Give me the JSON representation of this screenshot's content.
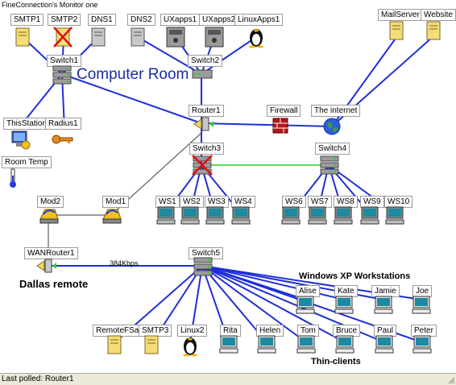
{
  "window": {
    "title": "FineConnection's Monitor one"
  },
  "labels": {
    "computer_room": "Computer Room",
    "dallas_remote": "Dallas remote",
    "link_speed": "384Kbps",
    "winxp": "Windows XP Workstations",
    "thin_clients": "Thin-clients"
  },
  "nodes": {
    "smtp1": "SMTP1",
    "smtp2": "SMTP2",
    "dns1": "DNS1",
    "dns2": "DNS2",
    "uxapps1": "UXapps1",
    "uxapps2": "UXapps2",
    "linuxapps1": "LinuxApps1",
    "mailserver": "MailServer",
    "website": "Website",
    "switch1": "Switch1",
    "switch2": "Switch2",
    "thisstation": "ThisStation",
    "radius1": "Radius1",
    "router1": "Router1",
    "firewall": "Firewall",
    "internet": "The internet",
    "roomtemp": "Room Temp",
    "switch3": "Switch3",
    "switch4": "Switch4",
    "mod2": "Mod2",
    "mod1": "Mod1",
    "ws1": "WS1",
    "ws2": "WS2",
    "ws3": "WS3",
    "ws4": "WS4",
    "ws6": "WS6",
    "ws7": "WS7",
    "ws8": "WS8",
    "ws9": "WS9",
    "ws10": "WS10",
    "wanrouter1": "WANRouter1",
    "switch5": "Switch5",
    "alise": "Alise",
    "kate": "Kate",
    "jamie": "Jamie",
    "joe": "Joe",
    "remotefsa": "RemoteFSa",
    "smtp3": "SMTP3",
    "linux2": "Linux2",
    "rita": "Rita",
    "helen": "Helen",
    "tom": "Tom",
    "bruce": "Bruce",
    "paul": "Paul",
    "peter": "Peter"
  },
  "status": {
    "text": "Last polled: Router1"
  },
  "colors": {
    "link": "#1f2fd6",
    "lan": "#2ccf2c",
    "modem": "#606060",
    "down": "#e01010",
    "title_blue": "#1a2ca8"
  }
}
